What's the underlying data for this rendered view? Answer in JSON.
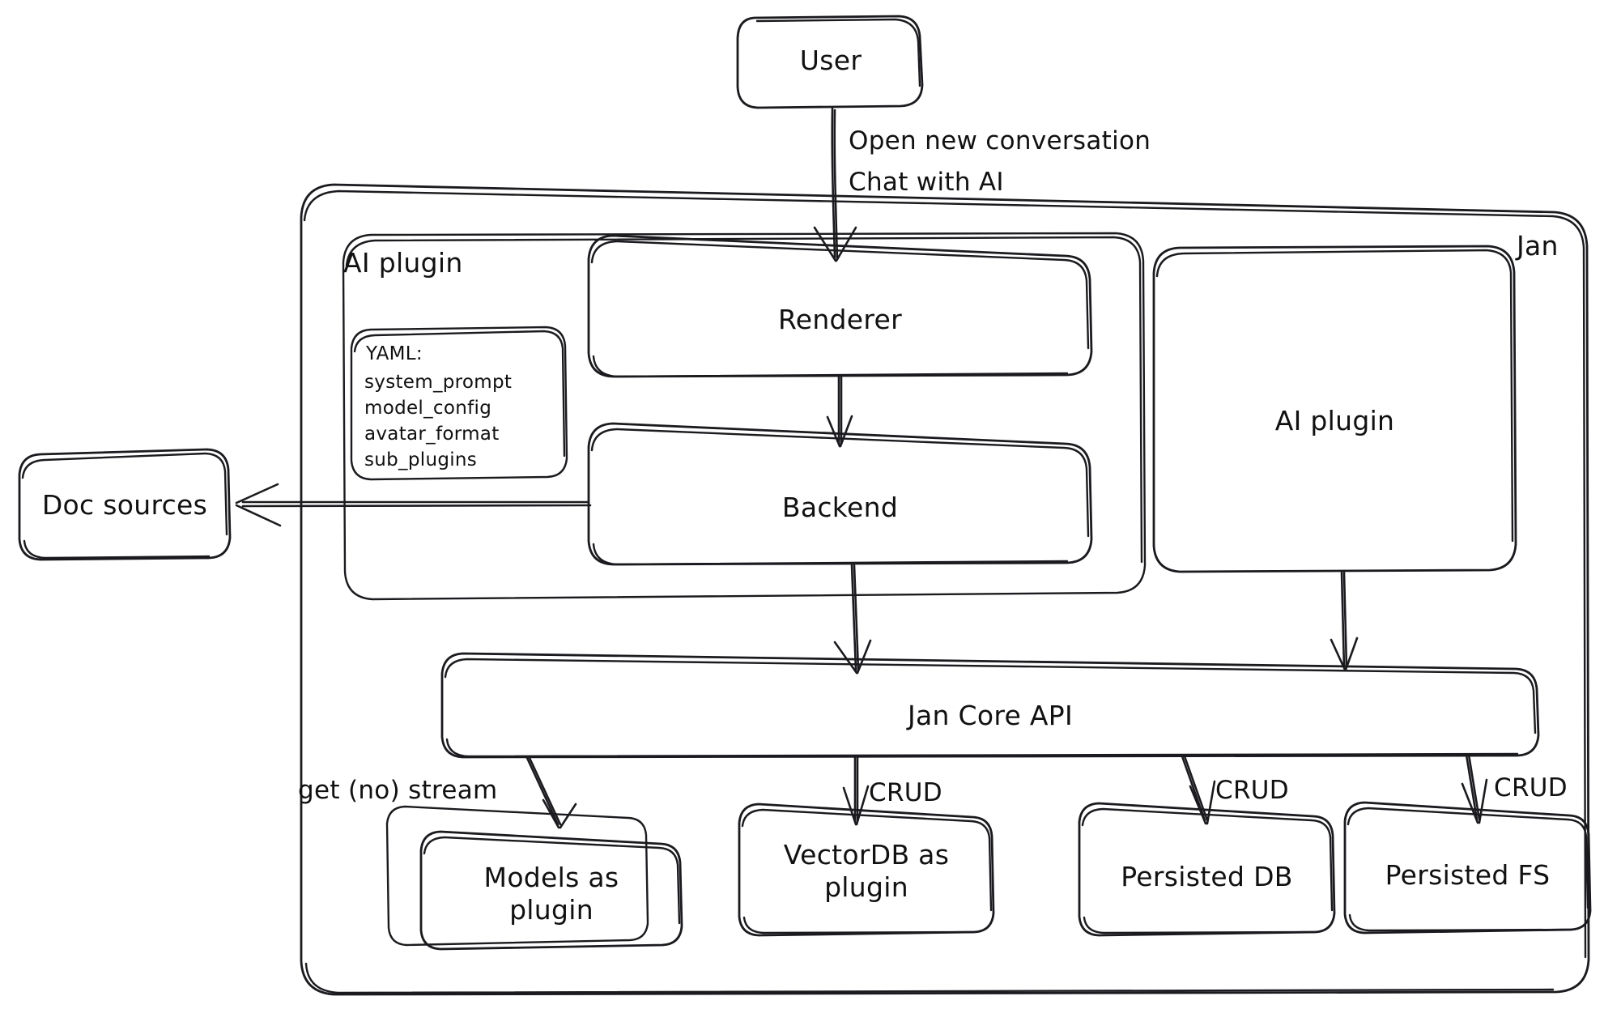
{
  "diagram": {
    "title": "Jan architecture diagram",
    "style": "hand-drawn",
    "stroke_color": "#1b1b1f",
    "background_color": "#ffffff"
  },
  "actors": {
    "user": "User"
  },
  "containers": {
    "jan": {
      "label": "Jan"
    },
    "ai_plugin_group": {
      "label": "AI plugin"
    }
  },
  "nodes": {
    "renderer": "Renderer",
    "backend": "Backend",
    "ai_plugin_right": "AI plugin",
    "jan_core_api": "Jan Core API",
    "models_as_plugin": "Models as\nplugin",
    "vectordb_as_plugin": "VectorDB as\nplugin",
    "persisted_db": "Persisted DB",
    "persisted_fs": "Persisted FS",
    "doc_sources": "Doc sources"
  },
  "yaml_card": {
    "heading": "YAML:",
    "keys": [
      "system_prompt",
      "model_config",
      "avatar_format",
      "sub_plugins"
    ]
  },
  "edges": [
    {
      "id": "user-to-renderer",
      "from": "User",
      "to": "Renderer",
      "label": "Open new conversation\nChat with AI"
    },
    {
      "id": "renderer-to-backend",
      "from": "Renderer",
      "to": "Backend",
      "label": ""
    },
    {
      "id": "backend-to-doc-sources",
      "from": "Backend",
      "to": "Doc sources",
      "label": ""
    },
    {
      "id": "backend-to-core",
      "from": "Backend",
      "to": "Jan Core API",
      "label": ""
    },
    {
      "id": "aiplugin-to-core",
      "from": "AI plugin",
      "to": "Jan Core API",
      "label": ""
    },
    {
      "id": "core-to-models",
      "from": "Jan Core API",
      "to": "Models as plugin",
      "label": "get (no) stream"
    },
    {
      "id": "core-to-vectordb",
      "from": "Jan Core API",
      "to": "VectorDB as plugin",
      "label": "CRUD"
    },
    {
      "id": "core-to-db",
      "from": "Jan Core API",
      "to": "Persisted DB",
      "label": "CRUD"
    },
    {
      "id": "core-to-fs",
      "from": "Jan Core API",
      "to": "Persisted FS",
      "label": "CRUD"
    }
  ],
  "edge_labels": {
    "user_flow_line1": "Open new conversation",
    "user_flow_line2": "Chat with AI",
    "get_no_stream": "get (no) stream",
    "crud_vectordb": "CRUD",
    "crud_db": "CRUD",
    "crud_fs": "CRUD"
  }
}
